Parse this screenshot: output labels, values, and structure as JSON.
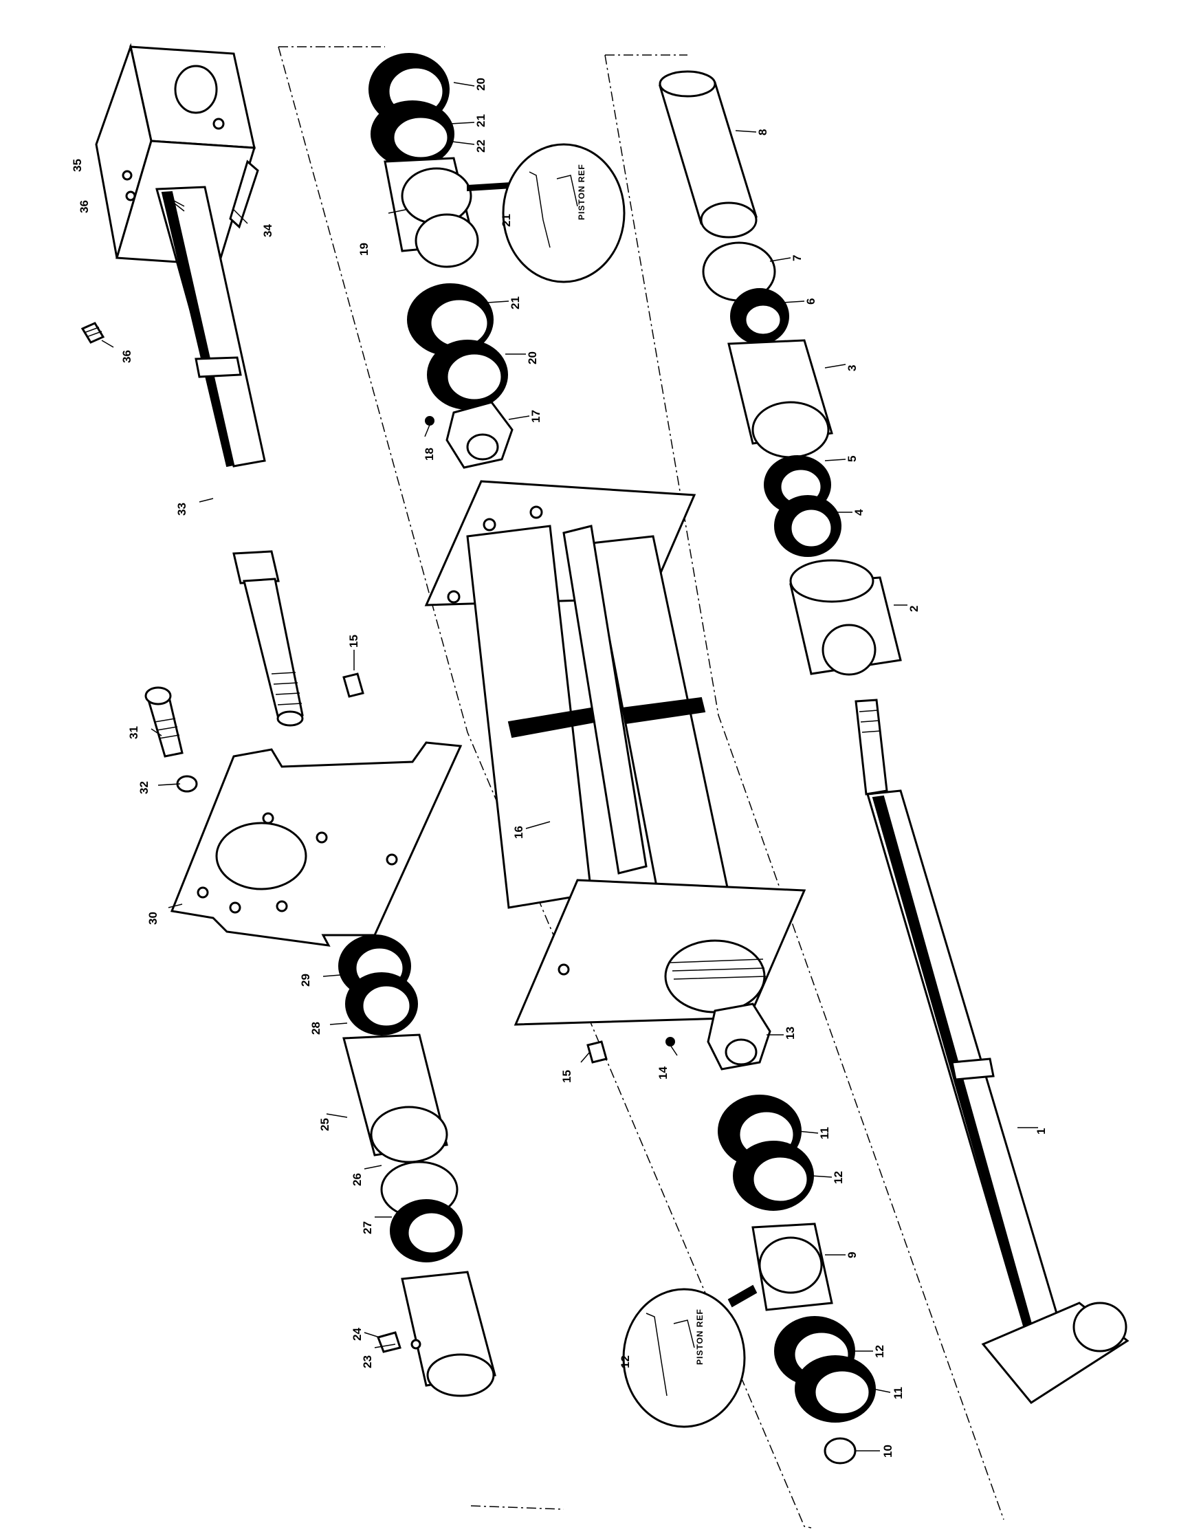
{
  "diagram": {
    "parts": [
      {
        "id": "p1",
        "label": "1"
      },
      {
        "id": "p2",
        "label": "2"
      },
      {
        "id": "p3",
        "label": "3"
      },
      {
        "id": "p4",
        "label": "4"
      },
      {
        "id": "p5",
        "label": "5"
      },
      {
        "id": "p6",
        "label": "6"
      },
      {
        "id": "p7",
        "label": "7"
      },
      {
        "id": "p8",
        "label": "8"
      },
      {
        "id": "p9",
        "label": "9"
      },
      {
        "id": "p10",
        "label": "10"
      },
      {
        "id": "p11a",
        "label": "11"
      },
      {
        "id": "p11b",
        "label": "11"
      },
      {
        "id": "p12a",
        "label": "12"
      },
      {
        "id": "p12b",
        "label": "12"
      },
      {
        "id": "p13",
        "label": "13"
      },
      {
        "id": "p14",
        "label": "14"
      },
      {
        "id": "p15a",
        "label": "15"
      },
      {
        "id": "p15b",
        "label": "15"
      },
      {
        "id": "p16",
        "label": "16"
      },
      {
        "id": "p17",
        "label": "17"
      },
      {
        "id": "p18",
        "label": "18"
      },
      {
        "id": "p19",
        "label": "19"
      },
      {
        "id": "p20a",
        "label": "20"
      },
      {
        "id": "p20b",
        "label": "20"
      },
      {
        "id": "p21a",
        "label": "21"
      },
      {
        "id": "p21b",
        "label": "21"
      },
      {
        "id": "p22",
        "label": "22"
      },
      {
        "id": "p23",
        "label": "23"
      },
      {
        "id": "p24",
        "label": "24"
      },
      {
        "id": "p25",
        "label": "25"
      },
      {
        "id": "p26",
        "label": "26"
      },
      {
        "id": "p27",
        "label": "27"
      },
      {
        "id": "p28",
        "label": "28"
      },
      {
        "id": "p29",
        "label": "29"
      },
      {
        "id": "p30",
        "label": "30"
      },
      {
        "id": "p31",
        "label": "31"
      },
      {
        "id": "p32",
        "label": "32"
      },
      {
        "id": "p33",
        "label": "33"
      },
      {
        "id": "p34",
        "label": "34"
      },
      {
        "id": "p35",
        "label": "35"
      },
      {
        "id": "p36a",
        "label": "36"
      },
      {
        "id": "p36b",
        "label": "36"
      }
    ],
    "insets": [
      {
        "id": "inset-upper",
        "title": "PISTON REF",
        "callout": "21"
      },
      {
        "id": "inset-lower",
        "title": "PISTON REF",
        "callout": "12"
      }
    ]
  }
}
